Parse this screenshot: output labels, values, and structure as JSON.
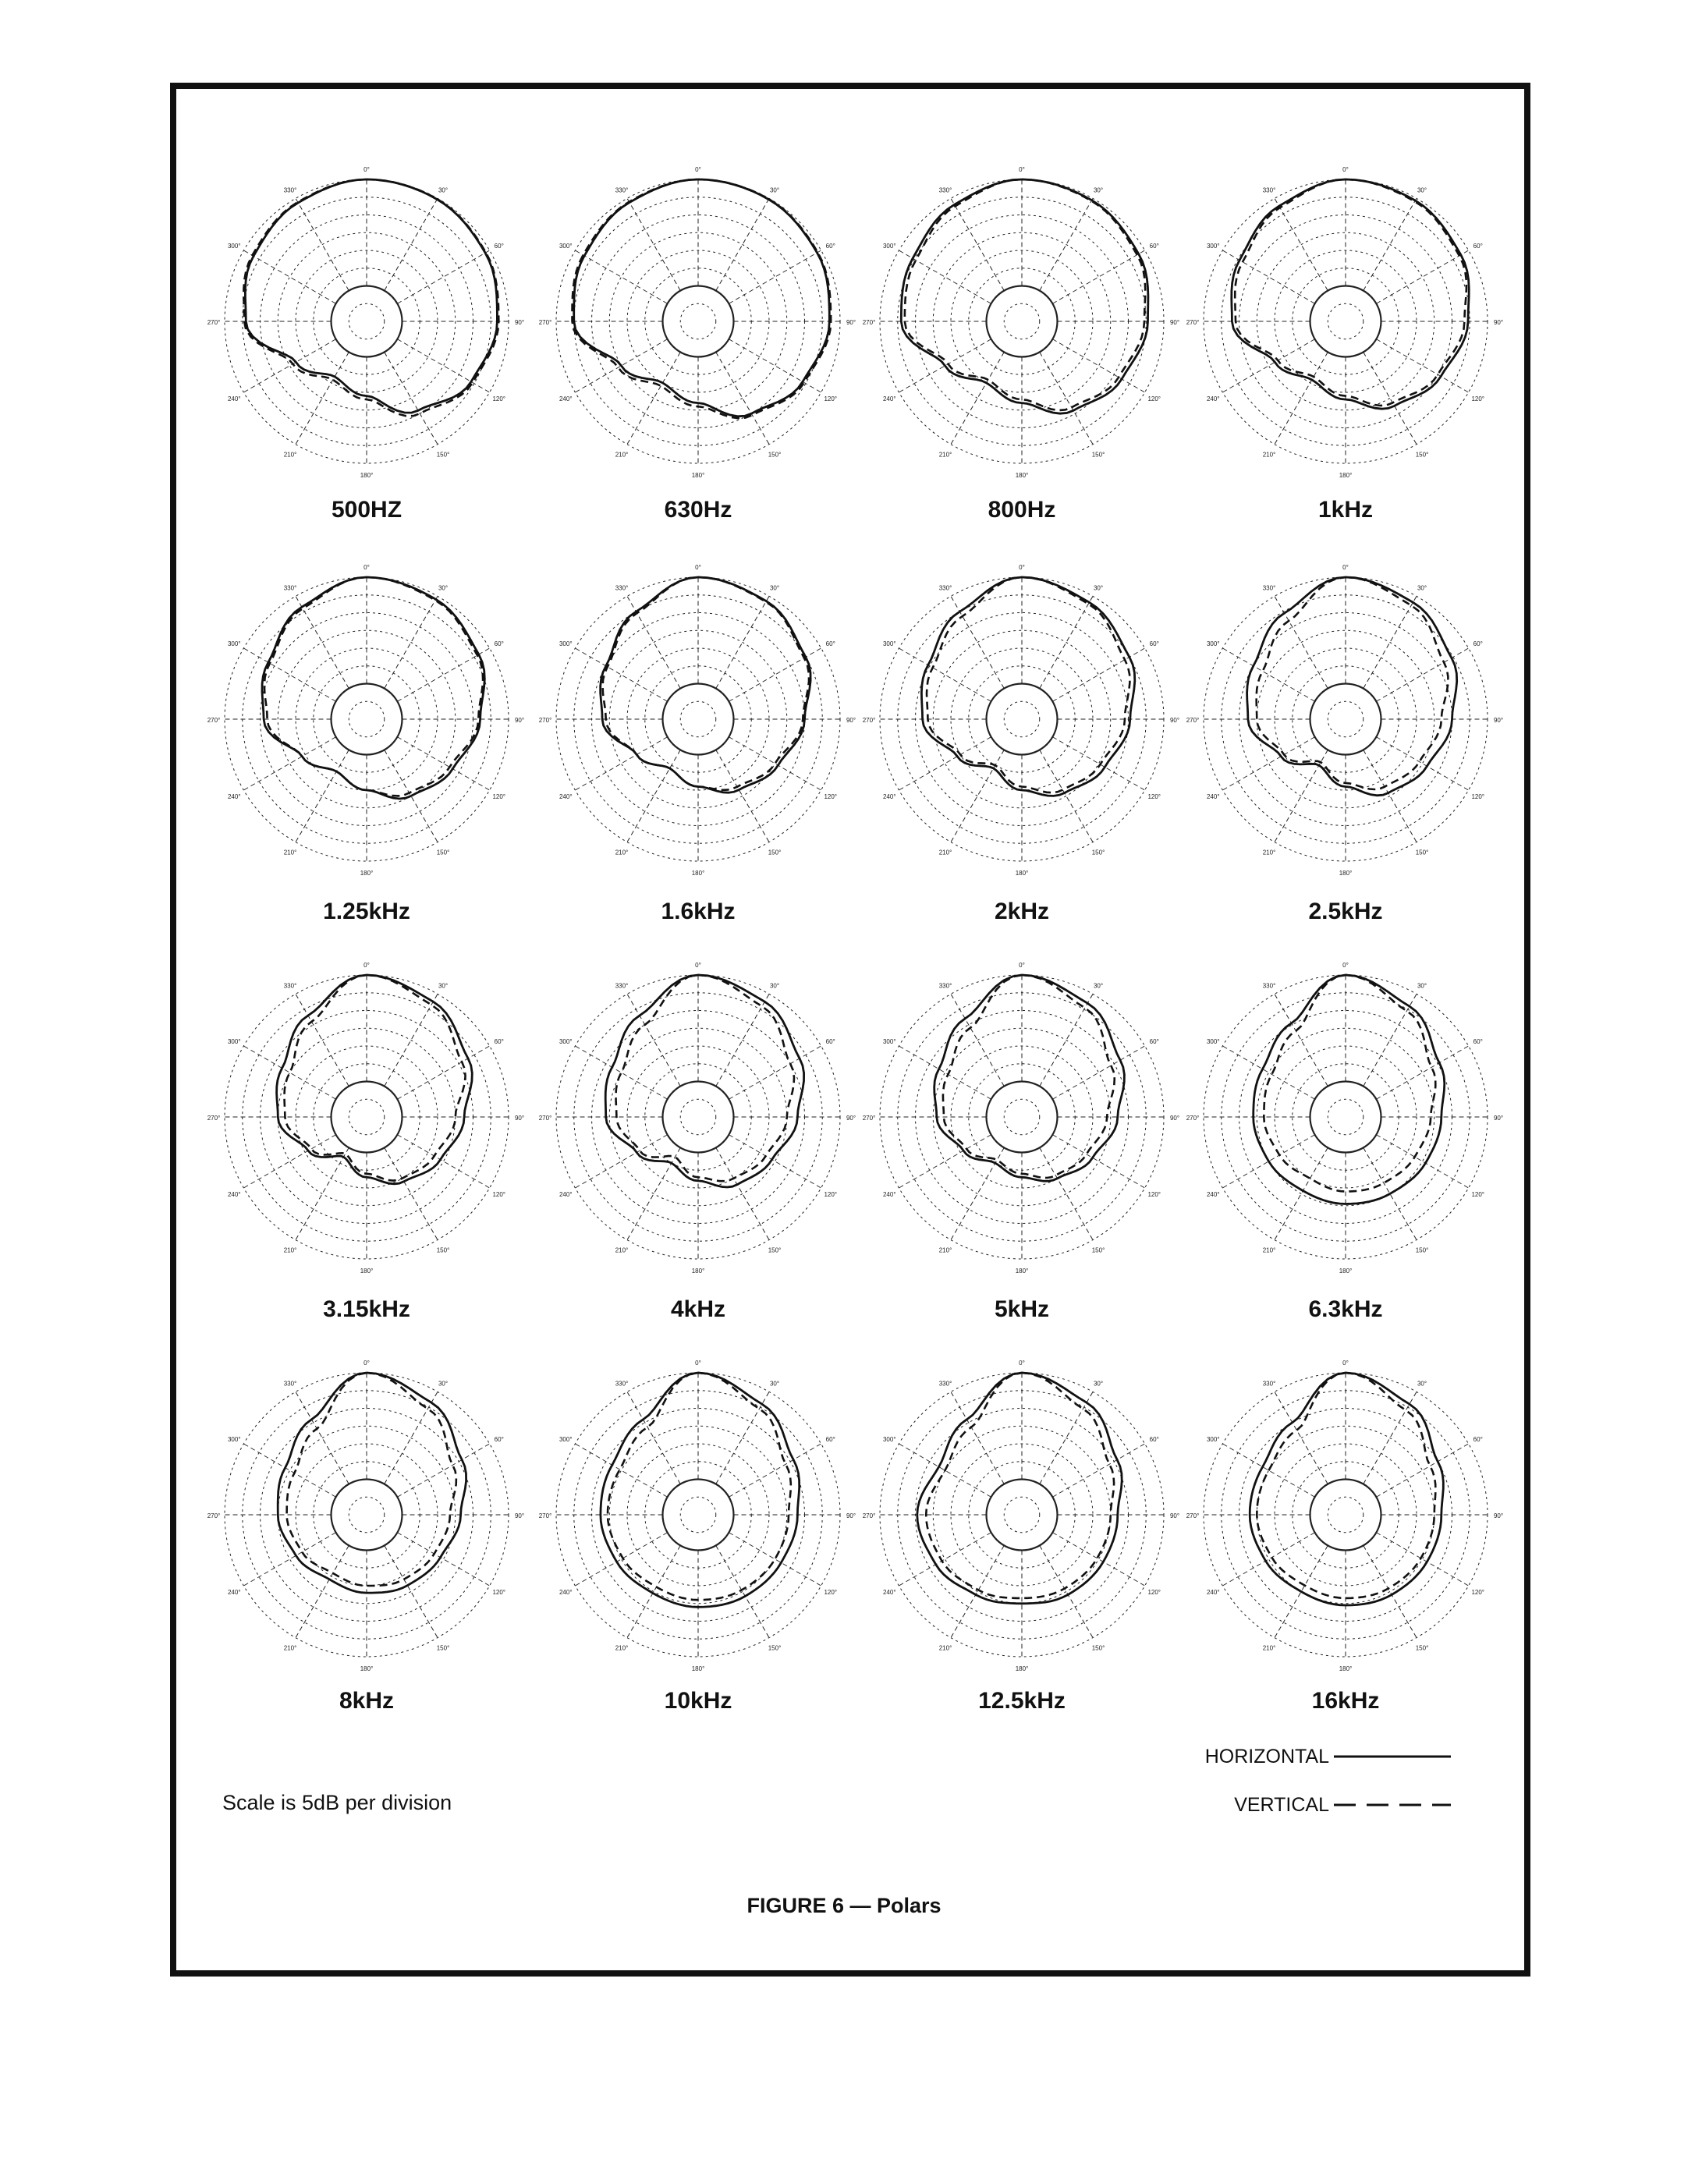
{
  "figure": {
    "caption": "FIGURE 6 — Polars",
    "scale_note": "Scale is 5dB per division",
    "legend": [
      {
        "label": "HORIZONTAL",
        "style": "solid"
      },
      {
        "label": "VERTICAL",
        "style": "dashed"
      }
    ]
  },
  "chart_data": {
    "type": "polar",
    "angle_labels": [
      "0°",
      "30°",
      "60°",
      "90°",
      "120°",
      "150°",
      "180°",
      "210°",
      "240°",
      "270°",
      "300°",
      "330°"
    ],
    "rings": 8,
    "ring_step_db": 5,
    "inner_circle_rings": 2,
    "series_names": [
      "HORIZONTAL",
      "VERTICAL"
    ],
    "plots": [
      {
        "label": "500HZ",
        "horizontal": [
          0,
          0.3,
          1.4,
          3.2,
          6,
          11,
          19,
          22,
          17,
          6,
          3.2,
          1.4
        ],
        "vertical": [
          0,
          0.2,
          1.2,
          2.8,
          5.5,
          10,
          18,
          21,
          16,
          5.5,
          2.8,
          1.2
        ]
      },
      {
        "label": "630Hz",
        "horizontal": [
          0,
          0.3,
          1.3,
          3,
          6,
          10,
          17,
          20,
          15,
          5,
          3,
          1.3
        ],
        "vertical": [
          0,
          0.2,
          1.1,
          2.6,
          5.5,
          9.5,
          16,
          19,
          14,
          4.5,
          2.6,
          1.1
        ]
      },
      {
        "label": "800Hz",
        "horizontal": [
          0,
          0.6,
          2,
          4.5,
          7.5,
          11,
          17,
          20,
          15,
          6,
          4.5,
          2
        ],
        "vertical": [
          0,
          0.8,
          2.5,
          5.5,
          8.5,
          12,
          18,
          21,
          16,
          7,
          5.5,
          2.5
        ]
      },
      {
        "label": "1kHz",
        "horizontal": [
          0,
          0.7,
          2.5,
          5.5,
          9,
          12.5,
          18,
          21,
          17,
          8,
          5.5,
          2.5
        ],
        "vertical": [
          0,
          1,
          3,
          6.5,
          10,
          13.5,
          19,
          22,
          18,
          9,
          6.5,
          3
        ]
      },
      {
        "label": "1.25kHz",
        "horizontal": [
          0,
          1,
          3.5,
          8,
          12,
          15,
          20,
          23,
          19,
          11,
          8,
          3.5
        ],
        "vertical": [
          0,
          1.3,
          4,
          8.5,
          13,
          16,
          20,
          23,
          19,
          12,
          8.5,
          4
        ]
      },
      {
        "label": "1.6kHz",
        "horizontal": [
          0,
          1.6,
          5,
          10,
          14,
          17,
          21,
          24,
          20,
          13,
          10,
          5
        ],
        "vertical": [
          0,
          1.8,
          5.5,
          10.5,
          15,
          18,
          21,
          24,
          20,
          14,
          10.5,
          5.5
        ]
      },
      {
        "label": "2kHz",
        "horizontal": [
          0,
          2,
          5,
          9.5,
          13,
          16,
          20,
          24,
          19,
          12,
          9.5,
          5
        ],
        "vertical": [
          0,
          2.5,
          6.5,
          11,
          14.5,
          17,
          21,
          25,
          20,
          13.5,
          11,
          6.5
        ]
      },
      {
        "label": "2.5kHz",
        "horizontal": [
          0,
          2,
          5.5,
          10,
          13.5,
          16,
          21,
          25,
          19,
          12.5,
          10,
          5.5
        ],
        "vertical": [
          0,
          3,
          8,
          13,
          16,
          18,
          22,
          26,
          20,
          15,
          13,
          8
        ]
      },
      {
        "label": "3.15kHz",
        "horizontal": [
          0,
          2.5,
          7,
          12.5,
          16,
          19,
          23,
          27,
          21,
          15,
          12.5,
          7
        ],
        "vertical": [
          0,
          3.5,
          9,
          15,
          18,
          20,
          24,
          28,
          22,
          17,
          15,
          9
        ]
      },
      {
        "label": "4kHz",
        "horizontal": [
          0,
          2.5,
          7,
          12,
          16,
          18,
          22,
          25,
          20,
          14,
          12,
          7
        ],
        "vertical": [
          0,
          4,
          10,
          15,
          18,
          20,
          23,
          27,
          21,
          17,
          15,
          10
        ]
      },
      {
        "label": "5kHz",
        "horizontal": [
          0,
          3,
          8,
          13,
          17,
          20,
          23,
          25,
          21,
          16,
          13,
          8
        ],
        "vertical": [
          0,
          4.5,
          11,
          16,
          19,
          21,
          24,
          26,
          22,
          18,
          16,
          11
        ]
      },
      {
        "label": "6.3kHz",
        "horizontal": [
          0,
          4,
          9.5,
          13,
          14,
          15,
          15.5,
          16,
          15,
          14,
          13,
          9.5
        ],
        "vertical": [
          0,
          5.5,
          12,
          16,
          17.5,
          18.5,
          19,
          20,
          18.5,
          17,
          16,
          12
        ]
      },
      {
        "label": "8kHz",
        "horizontal": [
          0,
          3.5,
          9,
          13.5,
          16,
          17,
          18,
          19,
          17,
          15,
          13.5,
          9
        ],
        "vertical": [
          0,
          5.5,
          12,
          16.5,
          18,
          19,
          20,
          21,
          19,
          17.5,
          16.5,
          12
        ]
      },
      {
        "label": "10kHz",
        "horizontal": [
          0,
          4,
          9,
          12,
          13,
          13.5,
          14,
          14.5,
          13.5,
          12.5,
          12,
          9
        ],
        "vertical": [
          0,
          5.5,
          11.5,
          14.5,
          15,
          15.5,
          16,
          16.5,
          15.5,
          14.5,
          14.5,
          11.5
        ]
      },
      {
        "label": "12.5kHz",
        "horizontal": [
          0,
          3.5,
          9,
          13,
          13.5,
          14,
          15,
          14,
          12,
          10.5,
          13,
          9
        ],
        "vertical": [
          0,
          5.5,
          11.5,
          15,
          15.5,
          16,
          16.5,
          15.5,
          14,
          13,
          15,
          11.5
        ]
      },
      {
        "label": "16kHz",
        "horizontal": [
          0,
          4,
          10,
          13,
          13.5,
          14,
          14.5,
          15,
          14,
          13,
          13,
          10
        ],
        "vertical": [
          0,
          6,
          12.5,
          15,
          15.5,
          16,
          16.5,
          17,
          16,
          15,
          15,
          12.5
        ]
      }
    ]
  }
}
